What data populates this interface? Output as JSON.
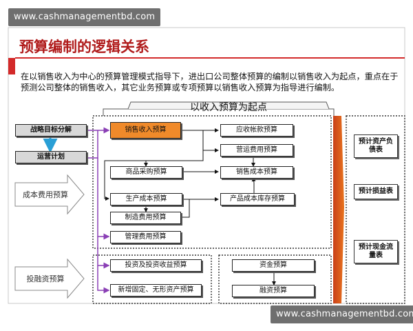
{
  "watermark": {
    "top": "www.cashmanagementbd.com",
    "bottom": "www.cashmanagementbd.com"
  },
  "title": "预算编制的逻辑关系",
  "intro": "在以销售收入为中心的预算管理模式指导下，进出口公司整体预算的编制以销售收入为起点，重点在于预测公司整体的销售收入，其它业务预算或专项预算以销售收入预算为指导进行编制。",
  "banner": "以收入预算为起点",
  "left": {
    "strategy": "战略目标分解",
    "operation": "运营计划",
    "cost_arrow": "成本费用预算",
    "invest_arrow": "投融资预算"
  },
  "nodes": {
    "sales_revenue": "销售收入预算",
    "receivables": "应收帐款预算",
    "operating_expense": "营运费用预算",
    "goods_purchase": "商品采购预算",
    "sales_cost": "销售成本预算",
    "production_cost": "生产成本预算",
    "product_cost_inventory": "产品成本库存预算",
    "manufacturing_expense": "制造费用预算",
    "admin_expense": "管理费用预算",
    "investment": "投资及投资收益预算",
    "fixed_assets": "新增固定、无形资产预算",
    "funds": "资金预算",
    "financing": "融资预算"
  },
  "outputs": {
    "balance_sheet": "预计资产负债表",
    "income_statement": "预计损益表",
    "cash_flow": "预计现金流量表"
  },
  "colors": {
    "title": "#b01b1b",
    "accent": "#f08a2a",
    "purple": "#8a3fb5",
    "teal": "#2a9fd6"
  }
}
